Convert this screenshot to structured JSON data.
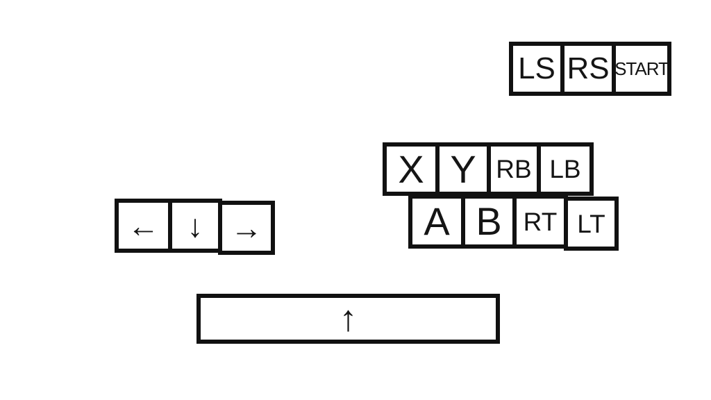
{
  "colors": {
    "background": "#ffffff",
    "key_border": "#111111",
    "key_fill": "#ffffff",
    "key_text": "#151515"
  },
  "keyboard": {
    "system_row": [
      {
        "id": "ls",
        "label": "LS"
      },
      {
        "id": "rs",
        "label": "RS"
      },
      {
        "id": "start",
        "label": "START"
      }
    ],
    "face_top_row": [
      {
        "id": "x",
        "label": "X"
      },
      {
        "id": "y",
        "label": "Y"
      },
      {
        "id": "rb",
        "label": "RB"
      },
      {
        "id": "lb",
        "label": "LB"
      }
    ],
    "face_bottom_row": [
      {
        "id": "a",
        "label": "A"
      },
      {
        "id": "b",
        "label": "B"
      },
      {
        "id": "rt",
        "label": "RT"
      },
      {
        "id": "lt",
        "label": "LT"
      }
    ],
    "dpad_row": [
      {
        "id": "dpad-left",
        "label": "←"
      },
      {
        "id": "dpad-down",
        "label": "↓"
      },
      {
        "id": "dpad-right",
        "label": "→"
      }
    ],
    "space_bar": {
      "id": "dpad-up",
      "label": "↑"
    }
  }
}
